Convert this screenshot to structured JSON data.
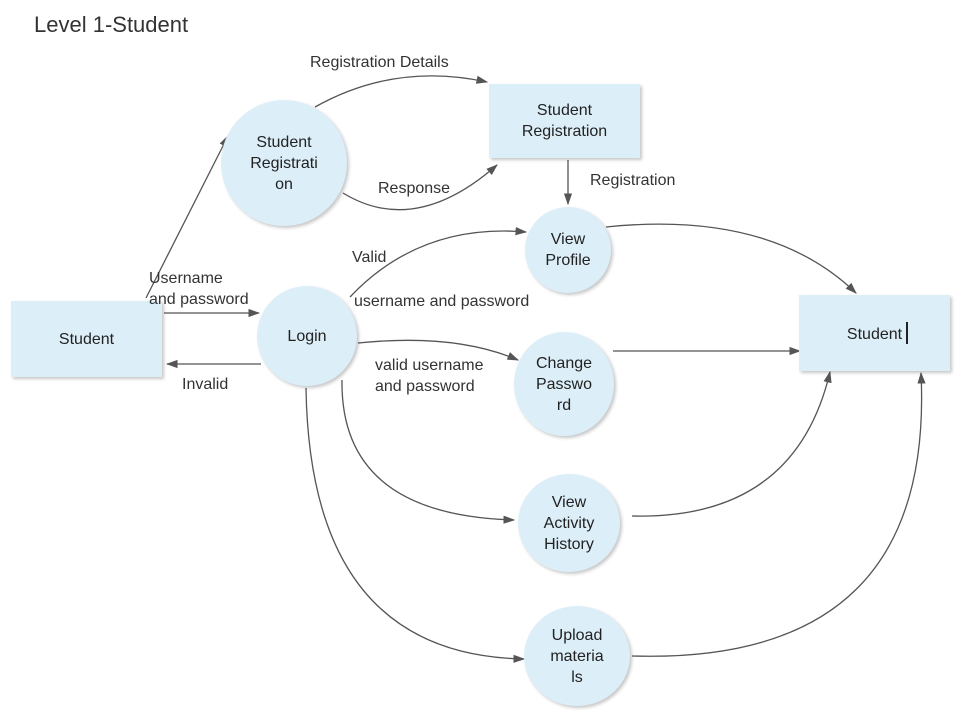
{
  "title": "Level 1-Student",
  "nodes": {
    "student_left": "Student",
    "student_right": "Student",
    "student_registration_store": "Student\nRegistration",
    "student_registration_process": "Student\nRegistrati\non",
    "login": "Login",
    "view_profile": "View\nProfile",
    "change_password": "Change\nPasswo\nrd",
    "view_activity_history": "View\nActivity\nHistory",
    "upload_materials": "Upload\nmateria\nls"
  },
  "labels": {
    "registration_details": "Registration Details",
    "response": "Response",
    "registration": "Registration",
    "valid": "Valid",
    "username_and_password_login": "Username\nand password",
    "username_and_password_mid": "username and password",
    "invalid": "Invalid",
    "valid_username_and_password": "valid username\nand password"
  },
  "colors": {
    "node_fill": "#dceef8",
    "edge": "#555555"
  }
}
